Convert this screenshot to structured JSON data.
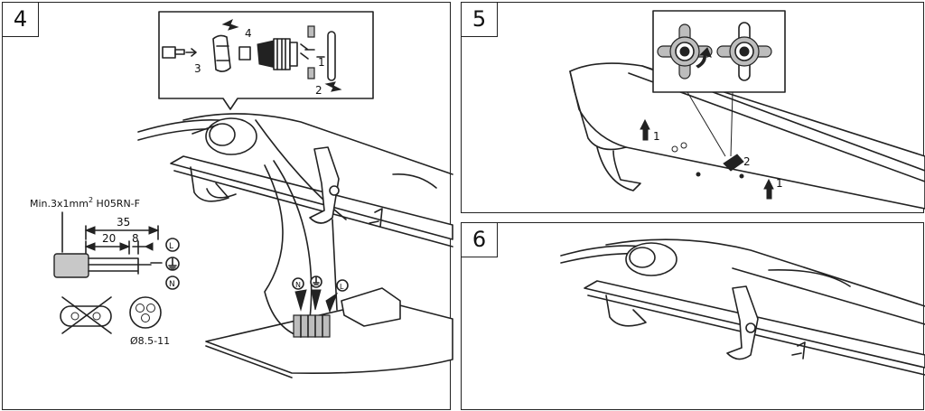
{
  "steps": [
    {
      "number": "4",
      "wiring_detail": {
        "callouts": [
          "3",
          "4",
          "1",
          "2"
        ]
      },
      "cable_spec": {
        "spec_prefix": "Min.3x1mm",
        "spec_superscript": "2",
        "spec_suffix": " H05RN-F",
        "dimensions": [
          "35",
          "20",
          "8"
        ],
        "diameter": "Ø8.5-11"
      },
      "terminal_labels": [
        "L",
        "N"
      ]
    },
    {
      "number": "5",
      "callouts": [
        "1",
        "2",
        "1"
      ]
    },
    {
      "number": "6"
    }
  ]
}
